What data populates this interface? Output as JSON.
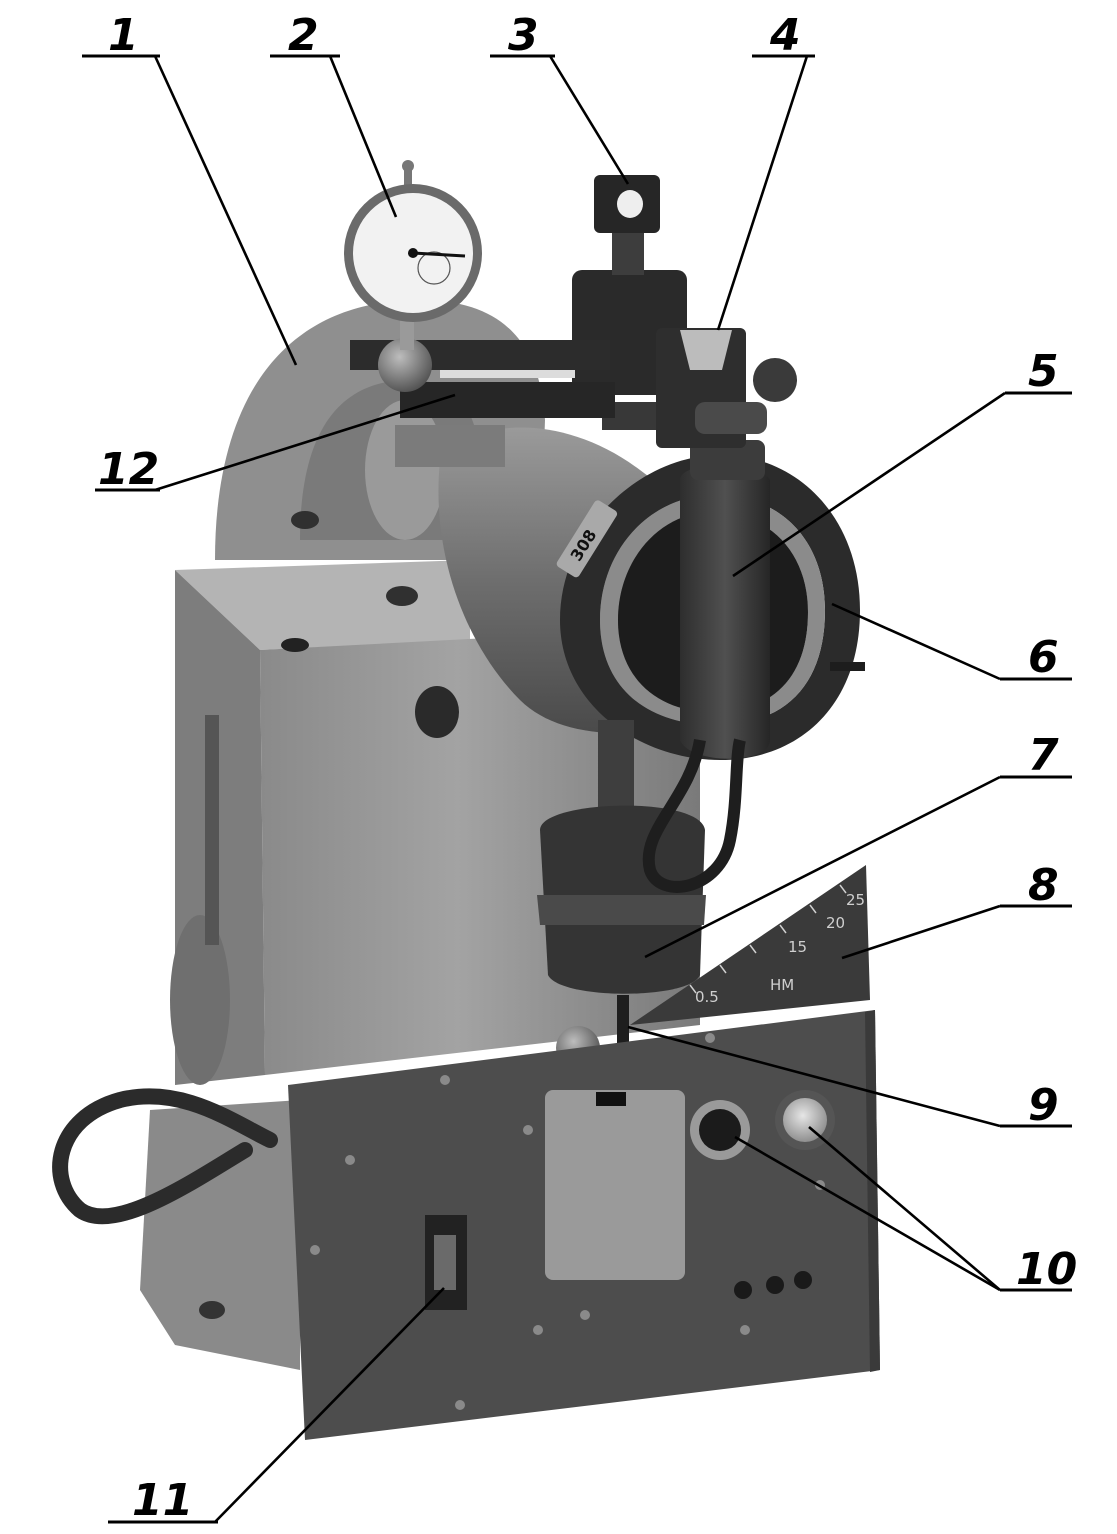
{
  "figure": {
    "callouts": [
      {
        "id": "1",
        "label": "1"
      },
      {
        "id": "2",
        "label": "2"
      },
      {
        "id": "3",
        "label": "3"
      },
      {
        "id": "4",
        "label": "4"
      },
      {
        "id": "5",
        "label": "5"
      },
      {
        "id": "6",
        "label": "6"
      },
      {
        "id": "7",
        "label": "7"
      },
      {
        "id": "8",
        "label": "8"
      },
      {
        "id": "9",
        "label": "9"
      },
      {
        "id": "10",
        "label": "10"
      },
      {
        "id": "11",
        "label": "11"
      },
      {
        "id": "12",
        "label": "12"
      }
    ],
    "machine": {
      "nameplate": "308",
      "scale_unit": "НМ",
      "scale_ticks": [
        "0.5",
        "15",
        "20",
        "25"
      ]
    },
    "colors": {
      "background": "#ffffff",
      "body_gray": "#8d8d8d",
      "panel_dark": "#4a4a4a",
      "ink": "#000000"
    }
  }
}
